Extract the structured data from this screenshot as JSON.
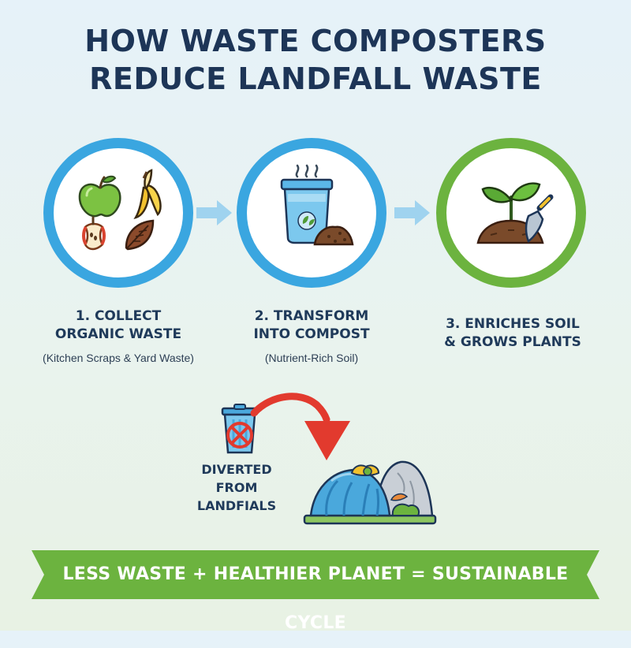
{
  "title": {
    "line1": "HOW WASTE COMPOSTERS",
    "line2": "REDUCE LANDFALL WASTE"
  },
  "steps": [
    {
      "title_line1": "1. COLLECT",
      "title_line2": "ORGANIC WASTE",
      "subtitle": "(Kitchen Scraps & Yard Waste)",
      "ring_color": "#3aa6e0"
    },
    {
      "title_line1": "2. TRANSFORM",
      "title_line2": "INTO COMPOST",
      "subtitle": "(Nutrient-Rich Soil)",
      "ring_color": "#3aa6e0"
    },
    {
      "title_line1": "3. ENRICHES SOIL",
      "title_line2": "& GROWS PLANTS",
      "ring_color": "#6cb33f"
    }
  ],
  "diversion": {
    "line1": "DIVERTED",
    "line2": "FROM",
    "line3": "LANDFIALS"
  },
  "banner": {
    "text": "LESS WASTE + HEALTHIER PLANET = SUSTAINABLE CYCLE",
    "color": "#6cb33f"
  },
  "icons": [
    "apple-icon",
    "banana-peel-icon",
    "apple-core-icon",
    "leaf-icon",
    "compost-bin-icon",
    "soil-pile-icon",
    "seedling-icon",
    "trowel-icon",
    "trash-can-icon",
    "prohibited-icon",
    "curved-arrow-icon",
    "landfill-icon"
  ]
}
